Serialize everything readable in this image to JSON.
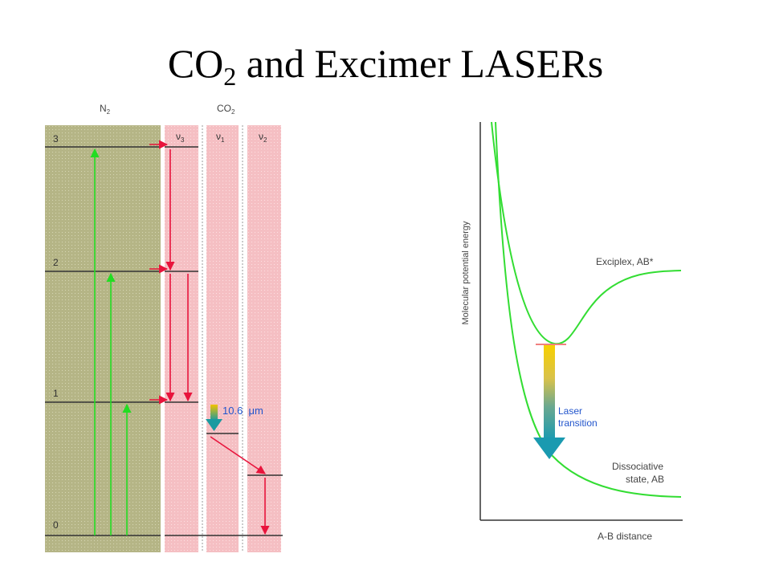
{
  "title": {
    "prefix": "CO",
    "subscript": "2",
    "suffix": " and Excimer LASERs"
  },
  "energy_diagram": {
    "molecules": [
      "N",
      "CO"
    ],
    "molecule_subscripts": [
      "2",
      "2"
    ],
    "level_numbers": [
      "3",
      "2",
      "1",
      "0"
    ],
    "modes": [
      "ν",
      "ν",
      "ν"
    ],
    "mode_subscripts": [
      "3",
      "1",
      "2"
    ],
    "wavelength_label": "10.6  μm",
    "colors": {
      "n2_band": "#b9b98a",
      "co2_band": "#f7c3c6",
      "pump_arrow": "#22dd22",
      "transfer_arrow": "#e8143c"
    }
  },
  "excimer_diagram": {
    "y_axis_label": "Molecular potential energy",
    "x_axis_label": "A-B distance",
    "upper_curve_label": "Exciplex, AB*",
    "lower_curve_label_line1": "Dissociative",
    "lower_curve_label_line2": "state, AB",
    "transition_label_line1": "Laser",
    "transition_label_line2": "transition",
    "colors": {
      "curve": "#33dd33",
      "transition_text": "#2255cc"
    }
  }
}
